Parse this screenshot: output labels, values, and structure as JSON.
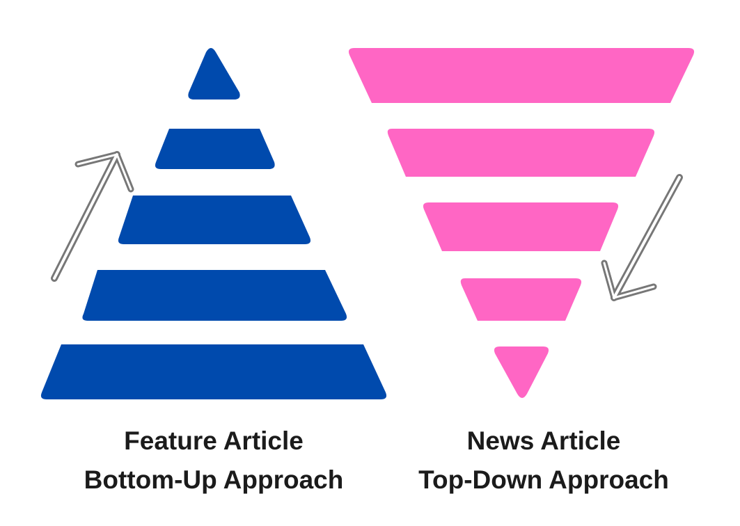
{
  "colors": {
    "pyramid": "#004aad",
    "inverted_pyramid": "#ff66c4",
    "arrow_stroke": "#777777",
    "arrow_fill": "#ffffff",
    "caption_text": "#1b1b1b",
    "background": "#ffffff"
  },
  "left": {
    "shape": "pyramid",
    "tiers": 5,
    "arrow_direction": "up",
    "caption_line1": "Feature Article",
    "caption_line2": "Bottom-Up Approach"
  },
  "right": {
    "shape": "inverted-pyramid",
    "tiers": 5,
    "arrow_direction": "down",
    "caption_line1": "News Article",
    "caption_line2": "Top-Down Approach"
  }
}
